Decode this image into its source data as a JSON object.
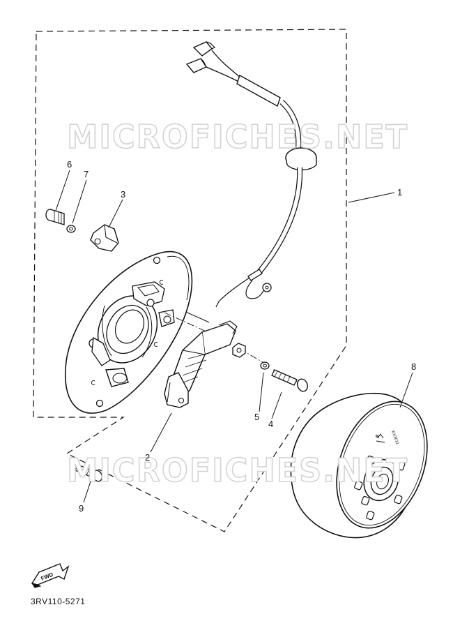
{
  "watermark": "MICROFICHES.NET",
  "drawing_code": "3RV110-5271",
  "flywheel_stamp": "EX3011",
  "direction_label": "FWD",
  "callouts": [
    {
      "id": "1",
      "label": "1"
    },
    {
      "id": "2",
      "label": "2"
    },
    {
      "id": "3",
      "label": "3"
    },
    {
      "id": "4",
      "label": "4"
    },
    {
      "id": "5",
      "label": "5"
    },
    {
      "id": "6",
      "label": "6"
    },
    {
      "id": "7",
      "label": "7"
    },
    {
      "id": "8",
      "label": "8"
    },
    {
      "id": "9",
      "label": "9"
    }
  ],
  "colors": {
    "ink": "#111111",
    "watermark_outline": "#d2d2d2",
    "background": "#ffffff"
  }
}
